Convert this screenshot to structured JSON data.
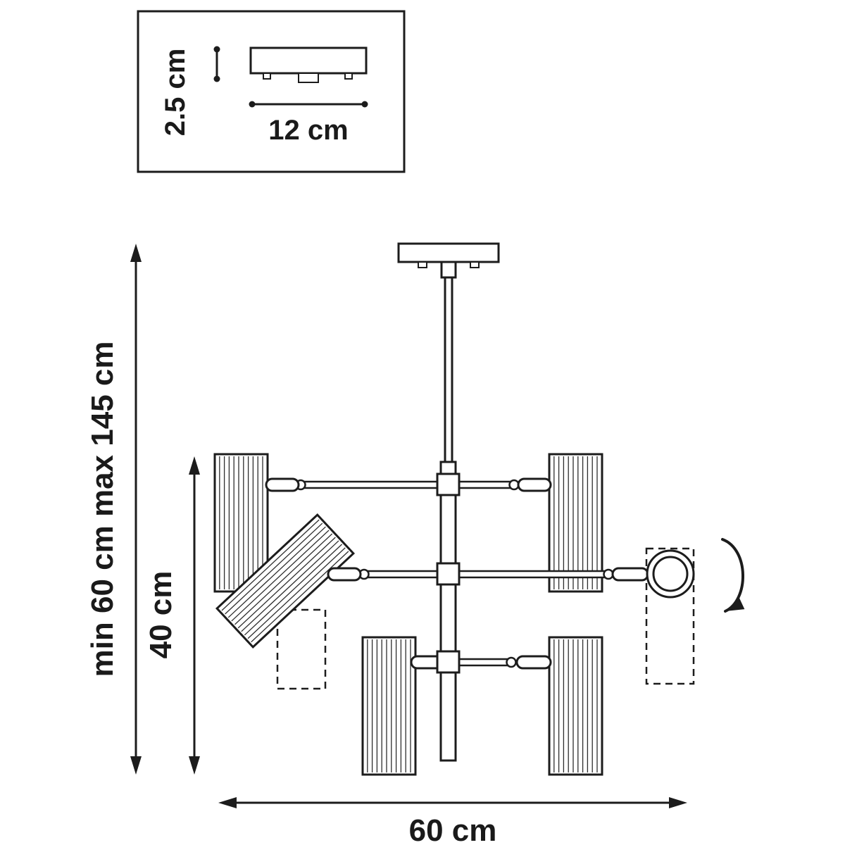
{
  "diagram": {
    "colors": {
      "line": "#1c1c1c",
      "background": "#ffffff"
    },
    "inset": {
      "height_label": "2.5 cm",
      "width_label": "12 cm"
    },
    "dimensions": {
      "height_range": "min 60 cm max 145 cm",
      "drop_height": "40 cm",
      "width": "60 cm"
    }
  }
}
